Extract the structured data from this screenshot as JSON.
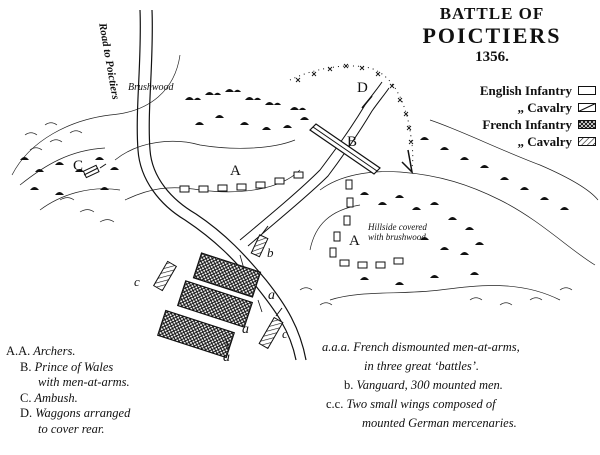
{
  "title": {
    "line1": "BATTLE OF",
    "line2": "POICTIERS",
    "line3": "1356."
  },
  "legend": {
    "items": [
      {
        "label": "English Infantry",
        "symbol": "english-infantry-symbol"
      },
      {
        "label": "„      Cavalry",
        "symbol": "english-cavalry-symbol"
      },
      {
        "label": "French Infantry",
        "symbol": "french-infantry-symbol"
      },
      {
        "label": "„      Cavalry",
        "symbol": "french-cavalry-symbol"
      }
    ]
  },
  "map_labels": {
    "road": "Road to Poictiers",
    "brushwood": "Brushwood",
    "hillside_line1": "Hillside covered",
    "hillside_line2": "with brushwood",
    "letters": {
      "c_left": "C",
      "a_center": "A",
      "b_barricade": "B",
      "d_top": "D",
      "a_right": "A",
      "b_small": "b",
      "c_lower_left": "c",
      "c_lower_right": "c",
      "a_1": "a",
      "a_2": "a",
      "a_3": "a"
    }
  },
  "notes_left": [
    {
      "key": "A.A.",
      "text": "Archers."
    },
    {
      "key": "B.",
      "text": "Prince of Wales"
    },
    {
      "key": "",
      "text": "with men-at-arms."
    },
    {
      "key": "C.",
      "text": "Ambush."
    },
    {
      "key": "D.",
      "text": "Waggons arranged"
    },
    {
      "key": "",
      "text": "to cover rear."
    }
  ],
  "notes_right": [
    {
      "key": "a.a.a.",
      "text": "French dismounted men-at-arms,"
    },
    {
      "key": "",
      "text": "in three great ‘battles’."
    },
    {
      "key": "b.",
      "text": "Vanguard, 300 mounted men."
    },
    {
      "key": "c.c.",
      "text": "Two small wings composed of"
    },
    {
      "key": "",
      "text": "mounted German mercenaries."
    }
  ],
  "colors": {
    "ink": "#111111",
    "paper": "#ffffff"
  }
}
